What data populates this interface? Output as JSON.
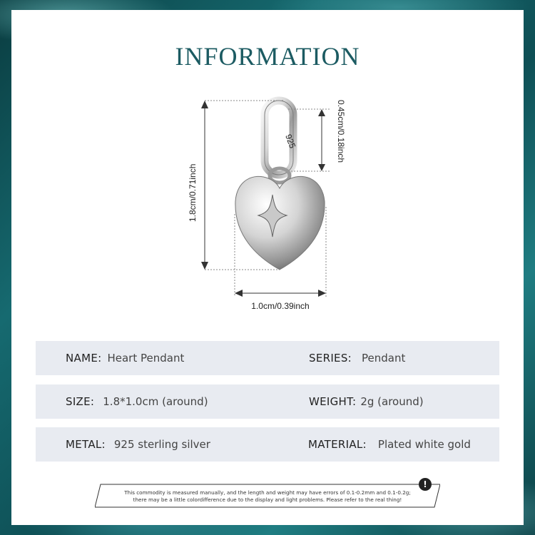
{
  "title": "INFORMATION",
  "dimensions": {
    "height": "1.8cm/0.71inch",
    "bail": "0.45cm/0.18inch",
    "width": "1.0cm/0.39inch",
    "stamp": "925"
  },
  "specs": {
    "name_label": "NAME:",
    "name_value": "Heart Pendant",
    "series_label": "SERIES:",
    "series_value": "Pendant",
    "size_label": "SIZE:",
    "size_value": "1.8*1.0cm (around)",
    "weight_label": "WEIGHT:",
    "weight_value": "2g (around)",
    "metal_label": "METAL:",
    "metal_value": "925 sterling silver",
    "material_label": "MATERIAL:",
    "material_value": "Plated white gold"
  },
  "note": {
    "line1": "This commodity is measured manually, and the length and weight may have errors of 0.1-0.2mm and 0.1-0.2g;",
    "line2": "there may be a little colordifference due to the display and light problems. Please refer to the real thing!",
    "icon": "exclamation-icon"
  },
  "colors": {
    "title": "#1c5b62",
    "row_bg": "#e8ebf1",
    "frame": "#0d4a4f"
  }
}
